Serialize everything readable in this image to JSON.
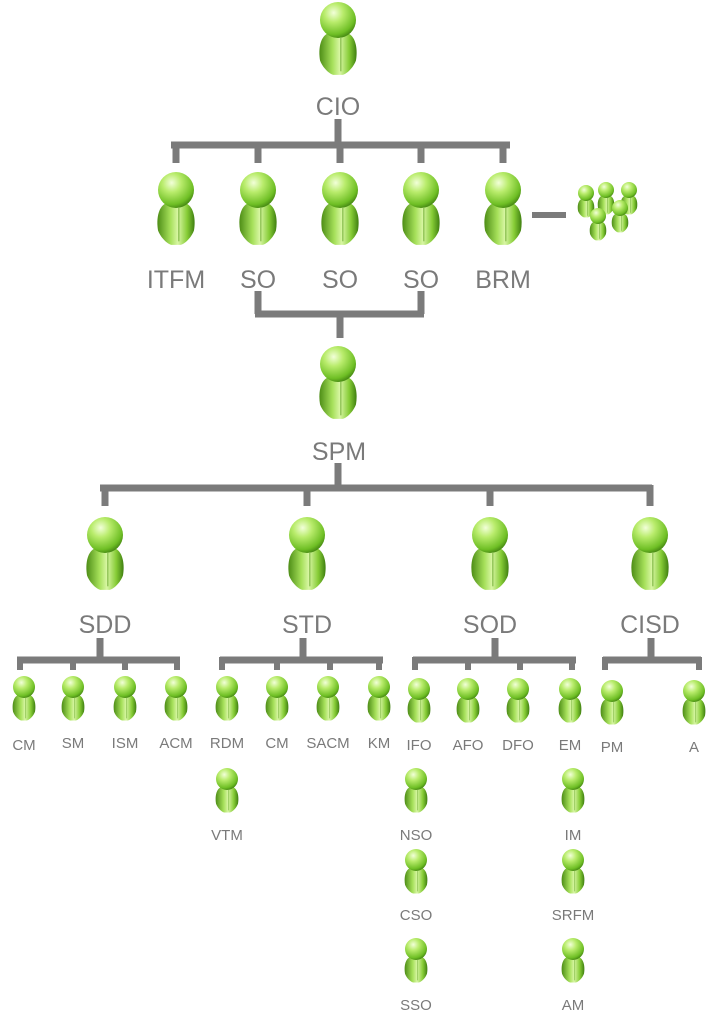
{
  "org_chart": {
    "root": {
      "label": "CIO"
    },
    "direct_reports": [
      {
        "label": "ITFM"
      },
      {
        "label": "SO"
      },
      {
        "label": "SO"
      },
      {
        "label": "SO"
      },
      {
        "label": "BRM",
        "attached_group": "team-group-icon"
      }
    ],
    "middle": {
      "label": "SPM"
    },
    "divisions": [
      {
        "label": "SDD",
        "members": [
          {
            "label": "CM"
          },
          {
            "label": "SM"
          },
          {
            "label": "ISM"
          },
          {
            "label": "ACM"
          }
        ]
      },
      {
        "label": "STD",
        "members": [
          {
            "label": "RDM"
          },
          {
            "label": "CM"
          },
          {
            "label": "SACM"
          },
          {
            "label": "KM"
          },
          {
            "label": "VTM"
          }
        ]
      },
      {
        "label": "SOD",
        "members": [
          {
            "label": "IFO"
          },
          {
            "label": "AFO"
          },
          {
            "label": "DFO"
          },
          {
            "label": "EM"
          },
          {
            "label": "NSO"
          },
          {
            "label": "CSO"
          },
          {
            "label": "SSO"
          },
          {
            "label": "IM"
          },
          {
            "label": "SRFM"
          },
          {
            "label": "AM"
          }
        ]
      },
      {
        "label": "CISD",
        "members": [
          {
            "label": "PM"
          },
          {
            "label": "A"
          }
        ]
      }
    ]
  },
  "colors": {
    "figure_light": "#d6f5a0",
    "figure_mid": "#8fd43a",
    "figure_dark": "#3f7f10",
    "connector": "#7b7b7b",
    "label": "#7a7a7a"
  }
}
